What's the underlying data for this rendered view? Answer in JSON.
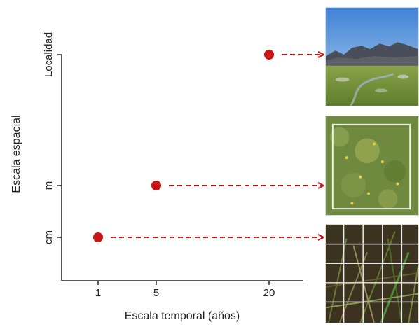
{
  "chart_data": {
    "type": "scatter",
    "xlabel": "Escala temporal (años)",
    "ylabel": "Escala espacial",
    "x_ticks": [
      "1",
      "5",
      "20"
    ],
    "y_ticks": [
      "cm",
      "m",
      "Localidad"
    ],
    "points": [
      {
        "x": "1",
        "y": "cm",
        "linked_photo": "grid"
      },
      {
        "x": "5",
        "y": "m",
        "linked_photo": "quadrat"
      },
      {
        "x": "20",
        "y": "Localidad",
        "linked_photo": "landscape"
      }
    ],
    "marker_color": "#c81414",
    "arrow_style": "dashed",
    "photos": [
      "landscape",
      "quadrat",
      "grid"
    ]
  }
}
